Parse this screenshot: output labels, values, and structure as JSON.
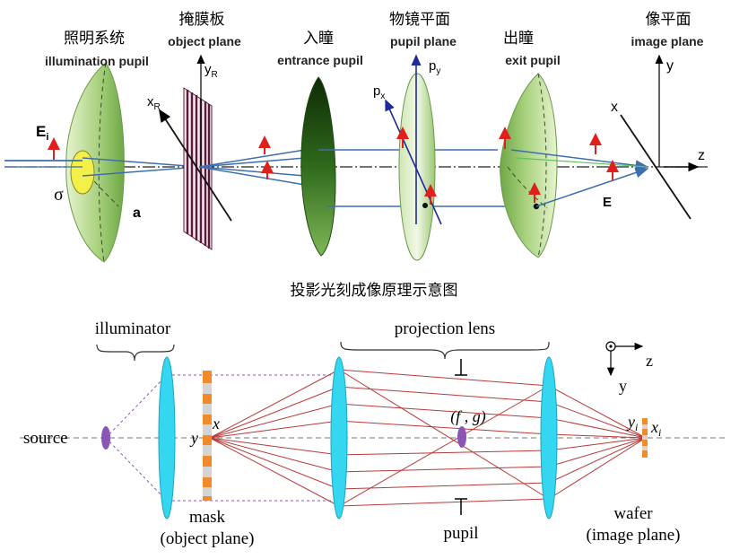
{
  "top": {
    "labels": {
      "illum_cn": "照明系统",
      "illum_en": "illumination pupil",
      "mask_cn": "掩膜板",
      "mask_en": "object plane",
      "entrance_cn": "入瞳",
      "entrance_en": "entrance pupil",
      "objective_cn": "物镜平面",
      "objective_en": "pupil plane",
      "exit_cn": "出瞳",
      "exit_en": "exit pupil",
      "image_cn": "像平面",
      "image_en": "image plane",
      "y_r": "y",
      "y_r_sub": "R",
      "x_r": "x",
      "x_r_sub": "R",
      "p_y": "p",
      "p_y_sub": "y",
      "p_x": "p",
      "p_x_sub": "x",
      "x_axis": "x",
      "y_axis": "y",
      "z_axis": "z",
      "e_i": "E",
      "e_i_sub": "i",
      "sigma": "σ",
      "a": "a",
      "e": "E"
    }
  },
  "caption": "投影光刻成像原理示意图",
  "bottom": {
    "labels": {
      "illuminator": "illuminator",
      "projection_lens": "projection lens",
      "source": "source",
      "mask": "mask",
      "object_plane": "(object plane)",
      "pupil": "pupil",
      "fg": "(f , g)",
      "wafer": "wafer",
      "image_plane": "(image plane)",
      "mask_x": "x",
      "mask_y": "y",
      "wafer_y": "y",
      "wafer_y_sub": "i",
      "wafer_x": "x",
      "wafer_x_sub": "i",
      "z_axis": "z",
      "y_axis": "y"
    }
  },
  "colors": {
    "lens_green": "#8fc26a",
    "lens_dark": "#1f4a10",
    "beam_blue": "#3d6fae",
    "red_arrow": "#e0201a",
    "lens_cyan": "#35d6f0",
    "ray_red": "#b83a3a",
    "source_purple": "#8a55b5",
    "mask_orange": "#f08a2a",
    "mask_stripe": "#5a1a3a"
  }
}
